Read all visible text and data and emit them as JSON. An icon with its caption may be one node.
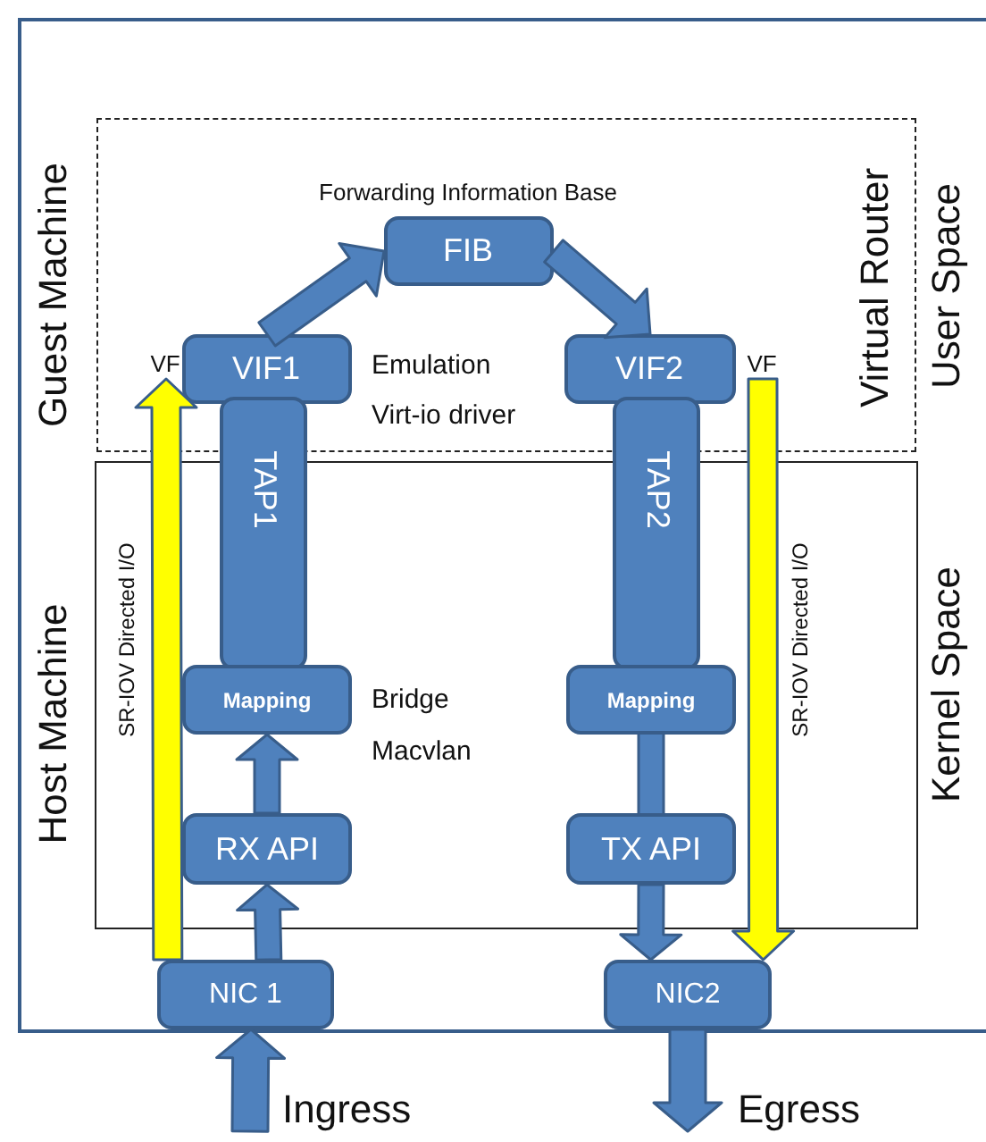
{
  "diagram": {
    "nodes": [
      {
        "text": [
          "Virtual Router"
        ]
      },
      {
        "text": [
          "Forwarding Information Base",
          "FIB"
        ],
        "in": 0
      },
      {
        "text": [
          "VF"
        ],
        "in": 0
      },
      {
        "text": [
          "VIF1"
        ],
        "in": 0
      },
      {
        "text": [
          "VIF2"
        ],
        "in": 0
      },
      {
        "text": [
          "VF"
        ],
        "in": 0
      },
      {
        "text": [
          "TAP1"
        ]
      },
      {
        "text": [
          "TAP2"
        ]
      },
      {
        "text": [
          "Mapping"
        ]
      },
      {
        "text": [
          "Mapping"
        ]
      },
      {
        "text": [
          "RX API"
        ]
      },
      {
        "text": [
          "TX API"
        ]
      },
      {
        "text": [
          "NIC 1"
        ]
      },
      {
        "text": [
          "NIC2"
        ]
      }
    ],
    "edges": [
      {
        "from": 3,
        "to": 1,
        "arrow": "to"
      },
      {
        "from": 1,
        "to": 4,
        "arrow": "to"
      },
      {
        "from": 10,
        "to": 8,
        "arrow": "to"
      },
      {
        "from": 12,
        "to": 10,
        "arrow": "to"
      },
      {
        "from": 9,
        "to": 11,
        "arrow": "to"
      },
      {
        "from": 11,
        "to": 13,
        "arrow": "to"
      },
      {
        "from": null,
        "to": 12,
        "arrow": "to"
      },
      {
        "from": 13,
        "to": null,
        "arrow": "to"
      },
      {
        "from": 12,
        "to": 2,
        "arrow": "to",
        "color": "#ffff00"
      },
      {
        "from": 5,
        "to": 13,
        "arrow": "to",
        "color": "#ffff00"
      }
    ],
    "labels": [
      "Guest Machine",
      "User Space",
      "Emulation",
      "Virt-io driver",
      "Host Machine",
      "SR-IOV Directed I/O",
      "SR-IOV Directed I/O",
      "Kernel Space",
      "Bridge",
      "Macvlan",
      "Ingress",
      "Egress"
    ]
  }
}
